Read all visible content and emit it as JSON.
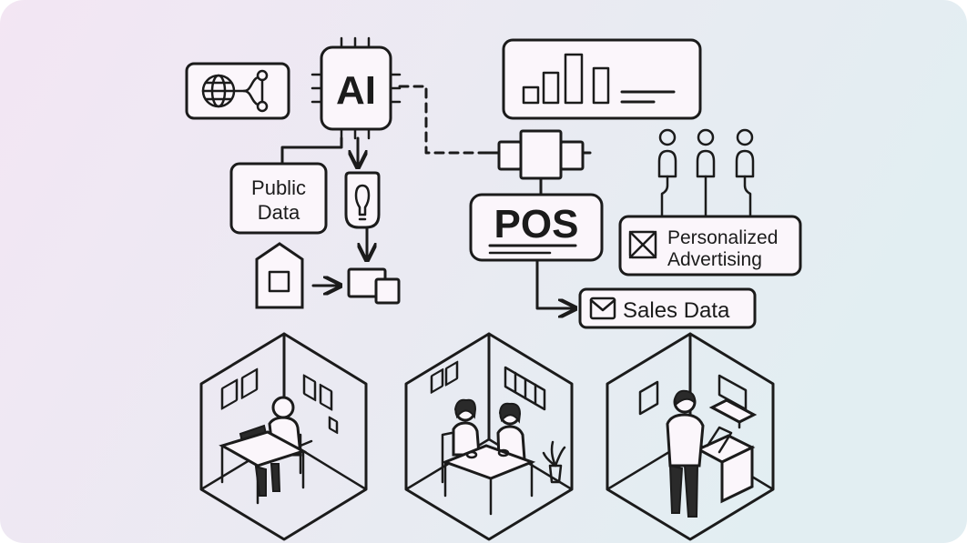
{
  "palette": {
    "background_start": "#f3e6f3",
    "background_end": "#e2eef2",
    "line": "#1b1b1b",
    "box_fill": "#fbf6fb"
  },
  "nodes": {
    "ai_chip": {
      "label": "AI"
    },
    "public_data": {
      "line1": "Public",
      "line2": "Data"
    },
    "pos": {
      "label": "POS"
    },
    "personalized_advertising": {
      "line1": "Personalized",
      "line2": "Advertising"
    },
    "sales_data": {
      "label": "Sales Data"
    }
  },
  "icons": {
    "network": "globe-network-icon",
    "chip": "ai-chip-icon",
    "bar_chart": "bar-chart-icon",
    "connector": "connector-plug-icon",
    "customers": "people-icon",
    "bulb": "lightbulb-icon",
    "house": "house-icon",
    "devices": "devices-icon",
    "checkbox": "x-box-icon",
    "mail": "envelope-icon"
  },
  "scenes": [
    {
      "name": "room-person-at-laptop"
    },
    {
      "name": "room-two-people-at-table"
    },
    {
      "name": "room-person-standing-at-counter"
    }
  ]
}
